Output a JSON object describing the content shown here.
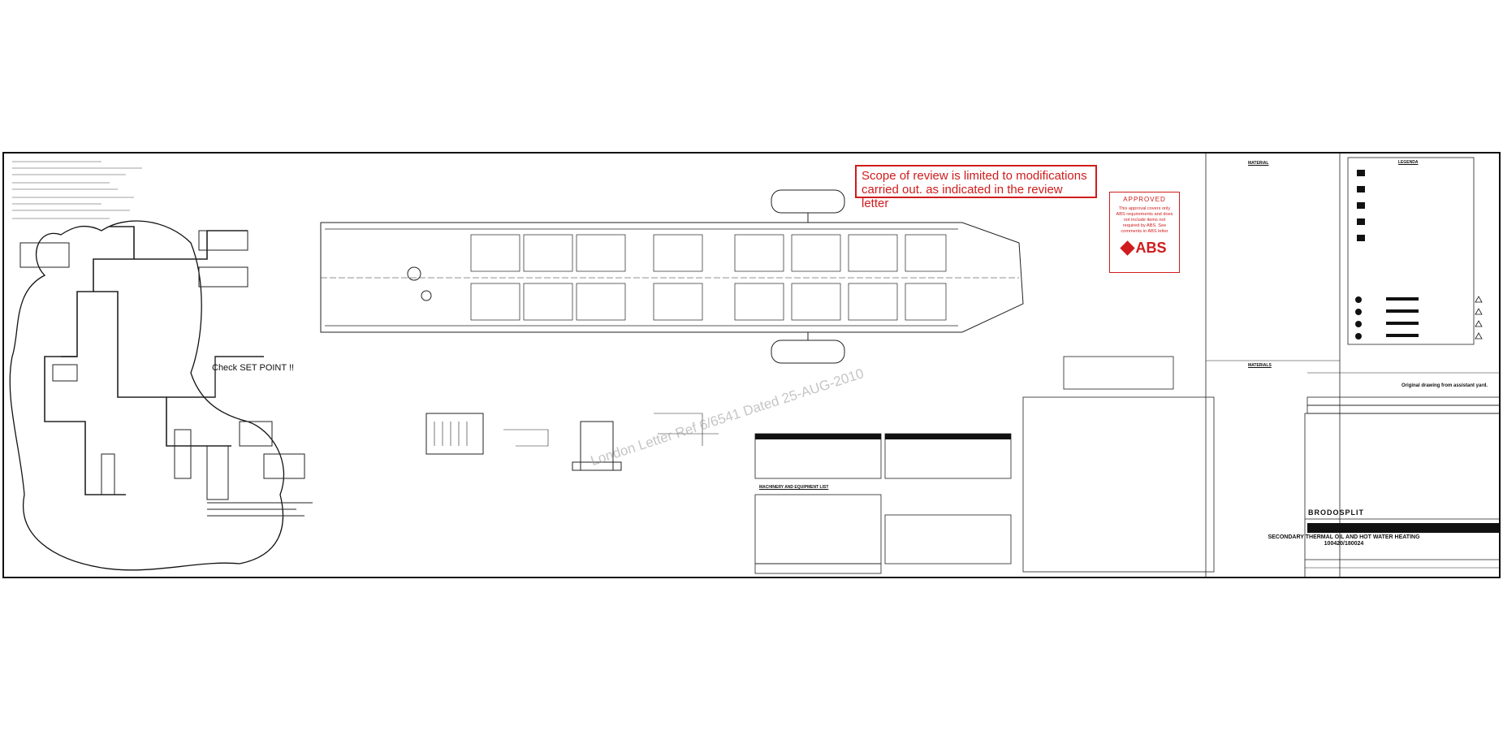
{
  "review_note": {
    "line1": "Scope of review is limited to modifications",
    "line2": "carried out. as indicated in the review letter"
  },
  "approval_stamp": {
    "heading": "APPROVED",
    "text": "This approval covers only ABS requirements and does not include items not required by ABS. See comments in ABS letter",
    "logo": "ABS",
    "color": "#d01c1c"
  },
  "callout": {
    "check_set_point": "Check SET POINT !!"
  },
  "watermark": {
    "text": "London Letter Ref 6/6541 Dated 25-AUG-2010"
  },
  "panels": {
    "material_top": "MATERIAL",
    "material_mid": "MATERIALS",
    "legend": "LEGENDA",
    "machinery_list": "MACHINERY AND EQUIPMENT LIST"
  },
  "title_block": {
    "original_note": "Original drawing from assistant yard.",
    "company": "BRODOSPLIT",
    "doc_title_line1": "CARGO HEATING",
    "doc_title_line2": "SECONDARY THERMAL OIL AND HOT WATER HEATING",
    "drawing_no": "100420/180024"
  }
}
